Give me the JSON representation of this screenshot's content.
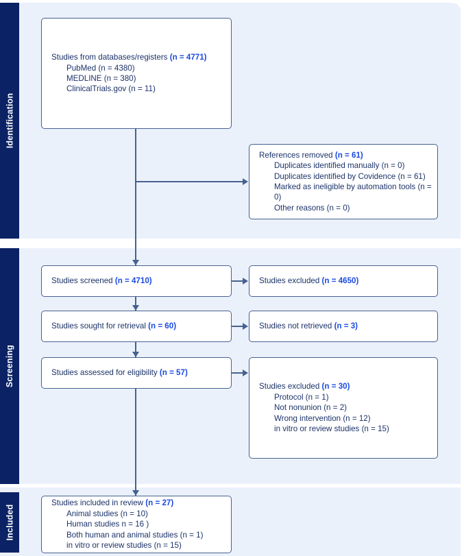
{
  "sections": {
    "identification": {
      "label": "Identification"
    },
    "screening": {
      "label": "Screening"
    },
    "included": {
      "label": "Included"
    }
  },
  "colors": {
    "band": "#ebf1fb",
    "sidebar": "#0b2265",
    "box_border": "#46618f",
    "text": "#1b3268",
    "accent_count": "#1a4ae0"
  },
  "boxes": {
    "databases": {
      "title": "Studies from databases/registers",
      "count": "(n = 4771)",
      "items": [
        "PubMed (n = 4380)",
        "MEDLINE (n = 380)",
        "ClinicalTrials.gov (n = 11)"
      ]
    },
    "references_removed": {
      "title": "References removed",
      "count": "(n = 61)",
      "items": [
        "Duplicates identified manually (n = 0)",
        "Duplicates identified by Covidence (n = 61)",
        "Marked as ineligible by automation tools (n = 0)",
        "Other reasons (n = 0)"
      ]
    },
    "screened": {
      "title": "Studies screened",
      "count": "(n = 4710)",
      "items": []
    },
    "excluded_screened": {
      "title": "Studies excluded",
      "count": "(n = 4650)",
      "items": []
    },
    "sought_retrieval": {
      "title": "Studies sought for retrieval",
      "count": "(n = 60)",
      "items": []
    },
    "not_retrieved": {
      "title": "Studies not retrieved",
      "count": "(n = 3)",
      "items": []
    },
    "assessed_eligibility": {
      "title": "Studies assessed for eligibility",
      "count": "(n = 57)",
      "items": []
    },
    "excluded_eligibility": {
      "title": "Studies excluded",
      "count": "(n = 30)",
      "items": [
        "Protocol (n = 1)",
        "Not nonunion (n = 2)",
        "Wrong intervention (n = 12)",
        "in vitro or review studies (n = 15)"
      ]
    },
    "included_review": {
      "title": "Studies included in review",
      "count": "(n = 27)",
      "items": [
        "Animal studies (n = 10)",
        "Human studies n = 16 )",
        "Both human and animal studies (n = 1)",
        "in vitro or review studies (n = 15)"
      ]
    }
  }
}
